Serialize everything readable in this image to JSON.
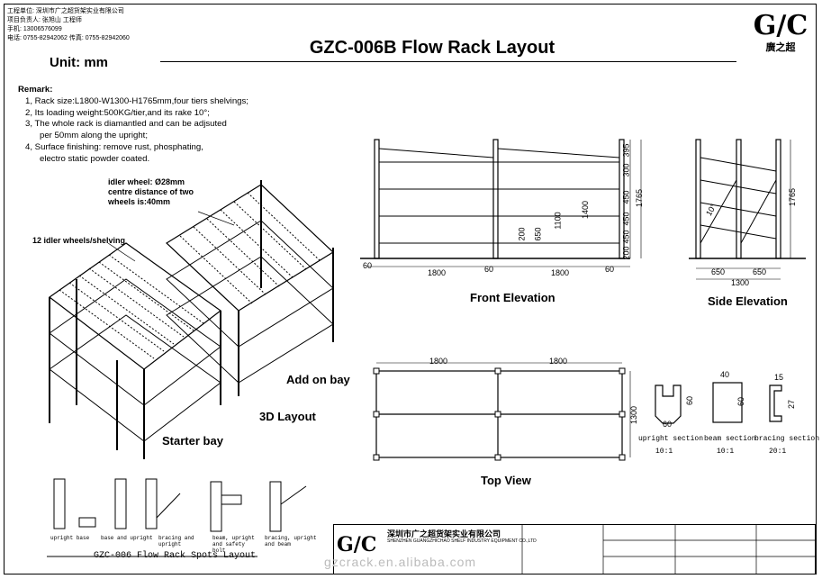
{
  "company": {
    "line1": "工程单位: 深圳市广之超货架实业有限公司",
    "line2": "项目负责人: 张旭山  工程师",
    "line3": "手机: 13006576099",
    "line4": "电话: 0755-82942062  传真: 0755-82942060"
  },
  "title": "GZC-006B Flow Rack Layout",
  "logo": {
    "mark": "G/C",
    "cn": "廣之超"
  },
  "unit": "Unit: mm",
  "remark": {
    "head": "Remark:",
    "items": [
      "1,   Rack size:L1800-W1300-H1765mm,four tiers shelvings;",
      "2,   Its loading weight:500KG/tier,and its rake 10°;",
      "3,   The whole rack is diamantled and can be adjsuted",
      "per 50mm along the upright;",
      "4,   Surface finishing: remove rust, phosphating,",
      "electro static powder coated."
    ]
  },
  "annotations": {
    "idler_wheel_1": "idler wheel: Ø28mm",
    "idler_wheel_2": "centre distance of two",
    "idler_wheel_3": "wheels is:40mm",
    "idler_per_shelf": "12 idler wheels/shelving",
    "add_on_bay": "Add on bay",
    "layout_3d": "3D Layout",
    "starter_bay": "Starter bay"
  },
  "front_elevation": {
    "label": "Front Elevation",
    "dims_bottom": [
      "60",
      "1800",
      "60",
      "1800",
      "60"
    ],
    "dims_vertical": [
      "200",
      "650",
      "1100",
      "1400",
      "395",
      "300",
      "450",
      "450",
      "450",
      "200",
      "1765"
    ]
  },
  "side_elevation": {
    "label": "Side Elevation",
    "dims_bottom": [
      "650",
      "650",
      "1300"
    ],
    "angle": "10°",
    "height": "1765"
  },
  "top_view": {
    "label": "Top View",
    "dims_top": [
      "1800",
      "1800"
    ],
    "depth": "1300"
  },
  "sections": [
    {
      "label": "upright section",
      "scale": "10:1",
      "dims": [
        "60",
        "60"
      ]
    },
    {
      "label": "beam section",
      "scale": "10:1",
      "dims": [
        "40",
        "60"
      ]
    },
    {
      "label": "bracing section",
      "scale": "20:1",
      "dims": [
        "15",
        "27"
      ]
    }
  ],
  "spots": {
    "title": "GZC-006 Flow Rack Spots Layout",
    "captions": [
      "upright base",
      "base and upright",
      "bracing and upright",
      "beam, upright and safety bolt",
      "bracing, upright and beam"
    ]
  },
  "title_block": {
    "logo": "G/C",
    "company_cn": "深圳市广之超货架实业有限公司",
    "company_en": "SHENZHEN GUANGZHICHAO SHELF INDUSTRY EQUIPMENT CO.,LTD",
    "watermark": "gzcrack.en.alibaba.com"
  }
}
